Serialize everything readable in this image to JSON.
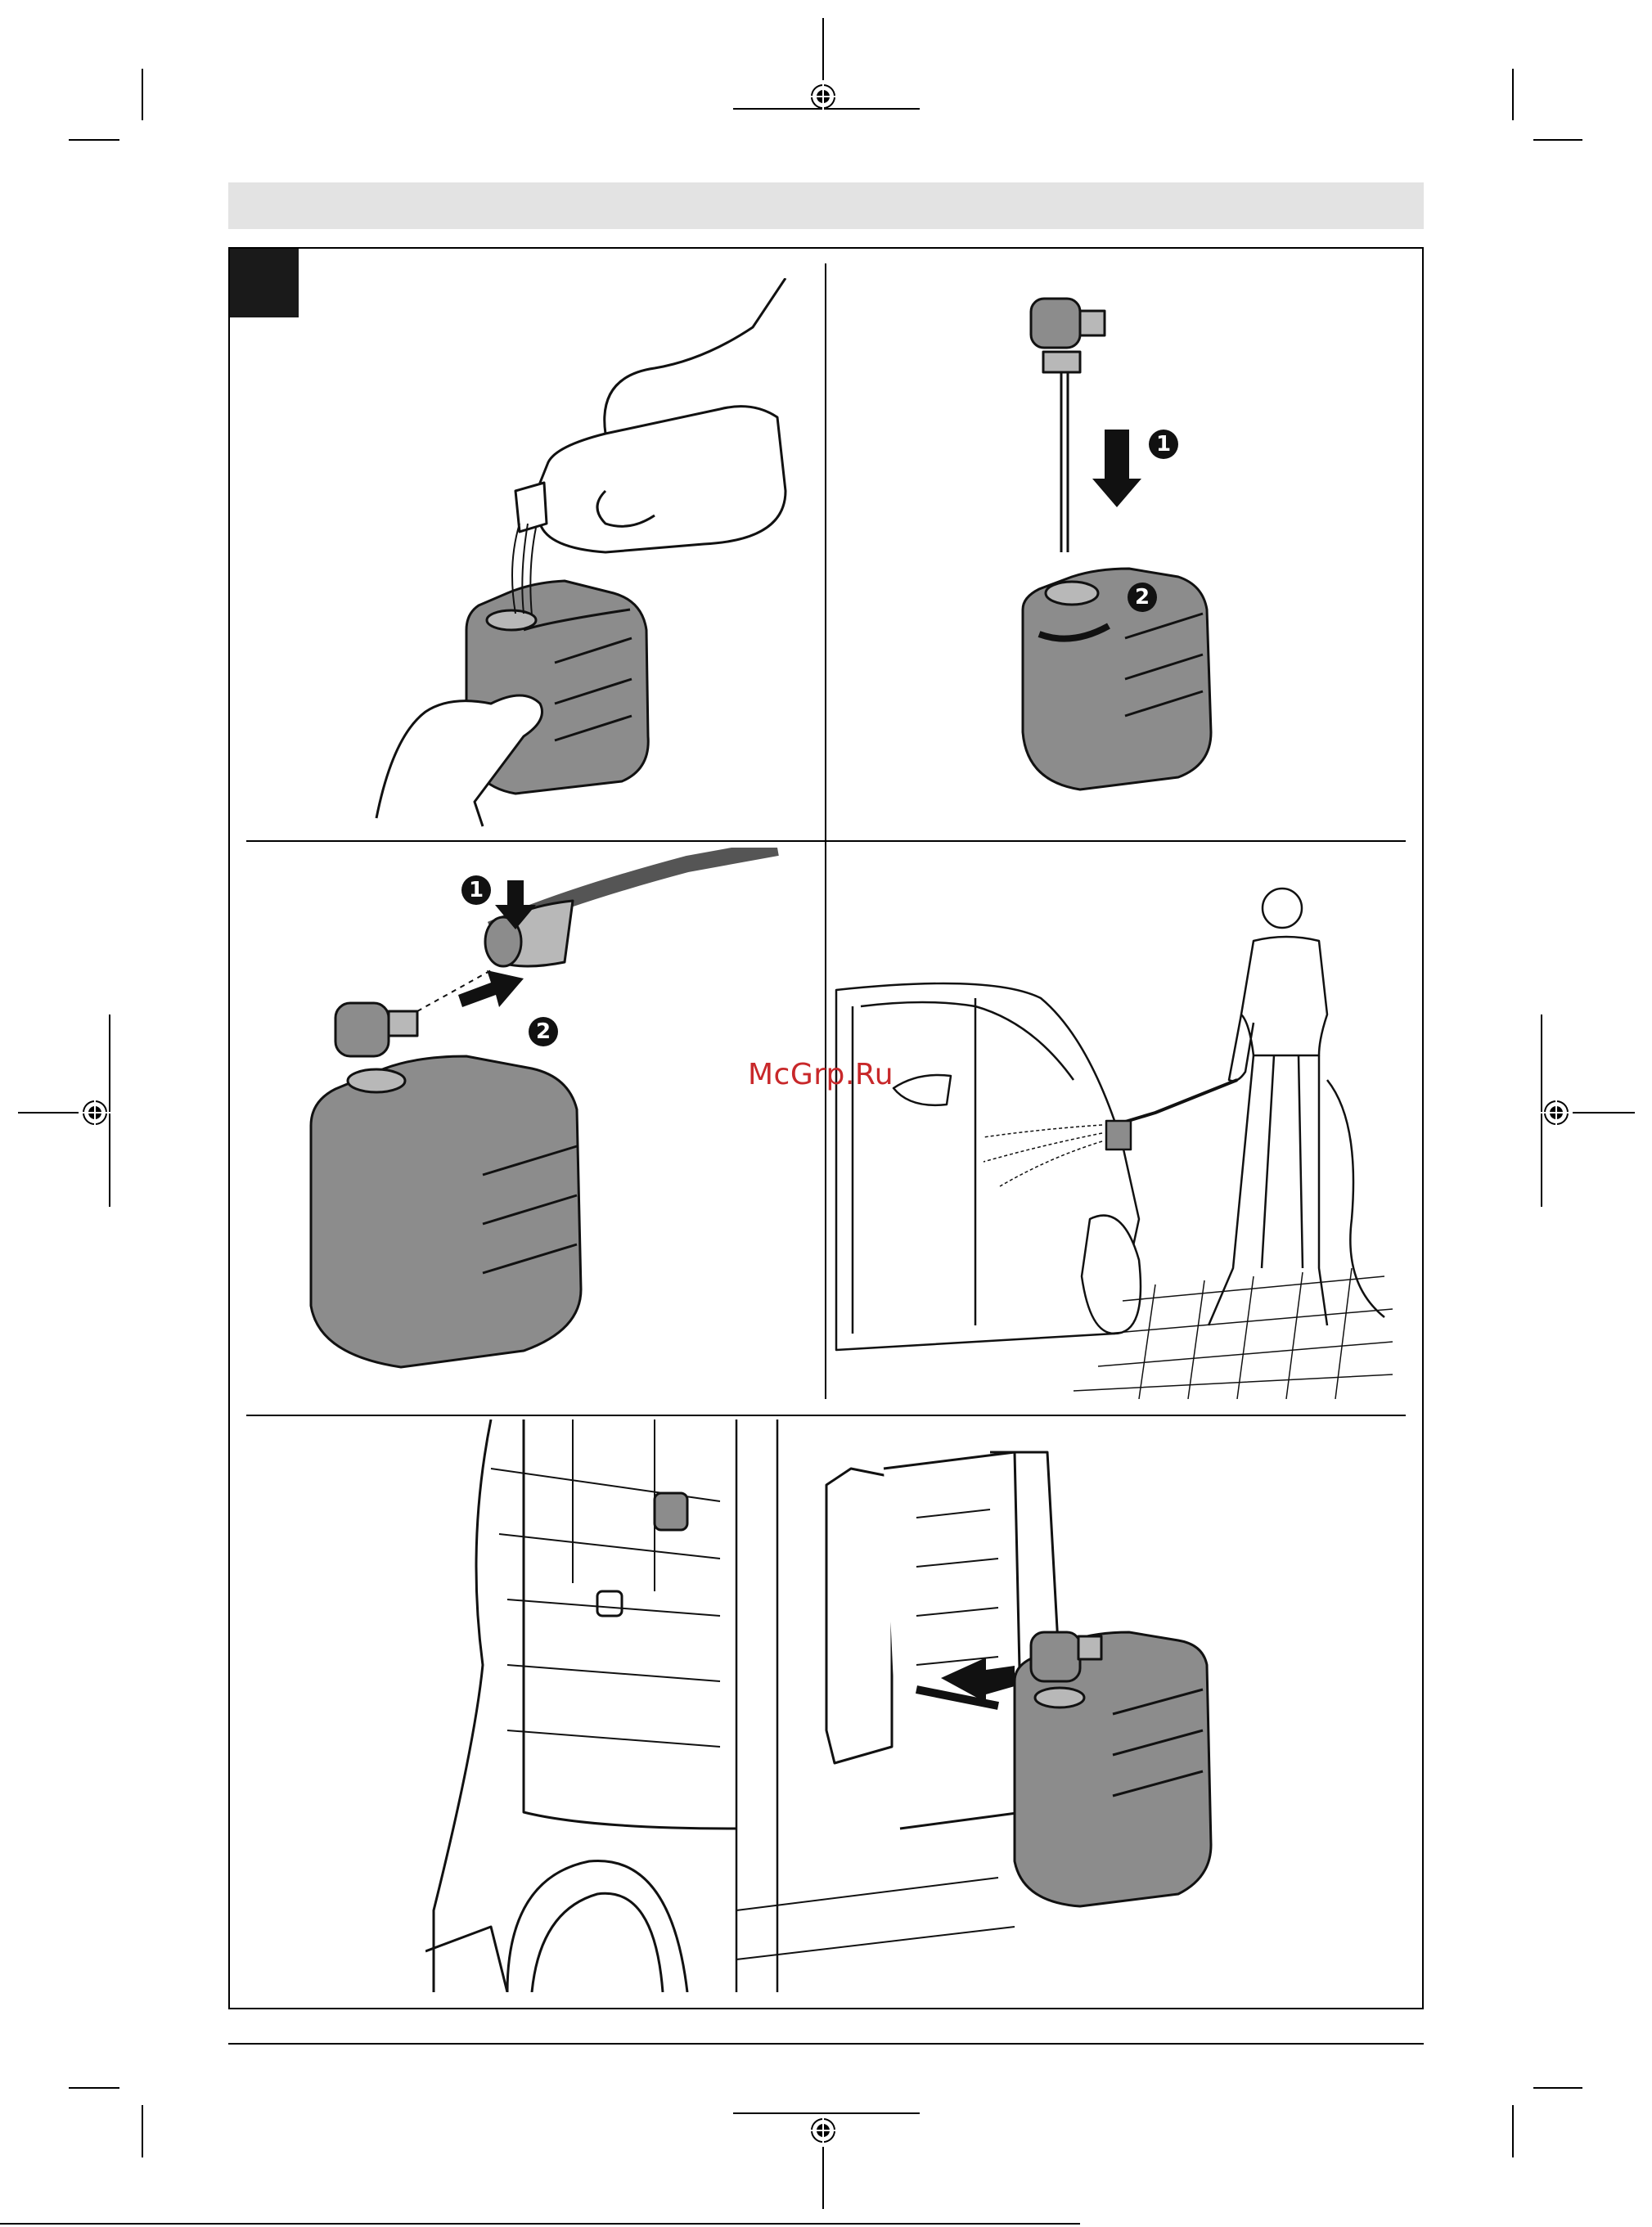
{
  "watermark": "McGrp.Ru",
  "callouts": {
    "panel2": {
      "step1": "1",
      "step2": "2"
    },
    "panel3": {
      "step1": "1",
      "step2": "2"
    }
  },
  "colors": {
    "header_band": "#e3e3e3",
    "tank_fill": "#8c8c8c",
    "tank_light": "#b8b8b8",
    "outline": "#111111",
    "watermark": "#c8282a"
  }
}
